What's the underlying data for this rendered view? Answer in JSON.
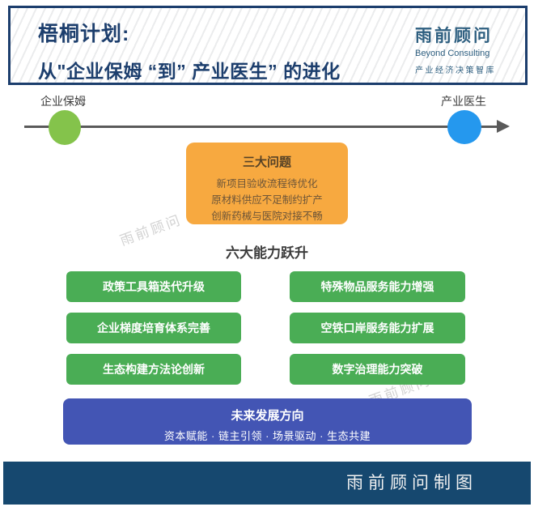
{
  "header": {
    "title": "梧桐计划:",
    "subtitle": "从\"企业保姆 “到” 产业医生” 的进化",
    "logo": {
      "name": "雨前顾问",
      "en": "Beyond Consulting",
      "tagline": "产业经济决策智库"
    }
  },
  "timeline": {
    "start_label": "企业保姆",
    "end_label": "产业医生"
  },
  "problems": {
    "title": "三大问题",
    "items": [
      "新项目验收流程待优化",
      "原材料供应不足制约扩产",
      "创新药械与医院对接不畅"
    ]
  },
  "capabilities": {
    "title": "六大能力跃升",
    "left": [
      "政策工具箱迭代升级",
      "企业梯度培育体系完善",
      "生态构建方法论创新"
    ],
    "right": [
      "特殊物品服务能力增强",
      "空铁口岸服务能力扩展",
      "数字治理能力突破"
    ]
  },
  "future": {
    "title": "未来发展方向",
    "subtitle": "资本赋能 · 链主引领 · 场景驱动 · 生态共建"
  },
  "watermark": "雨前顾问",
  "footer": {
    "credit": "雨前顾问制图"
  },
  "colors": {
    "title_navy": "#1c3e6d",
    "logo_slate": "#2e5f80",
    "problems_orange": "#f7a940",
    "capability_green": "#4aad55",
    "dot_green": "#84c34b",
    "dot_blue": "#2598ee",
    "future_indigo": "#4355b4",
    "footer_navy": "#16486f"
  }
}
